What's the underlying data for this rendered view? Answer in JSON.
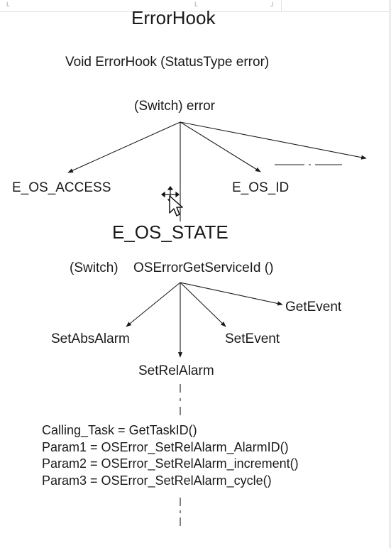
{
  "diagram": {
    "title": "ErrorHook",
    "signature": "Void ErrorHook (StatusType error)",
    "switch1": "(Switch) error",
    "branch_access": "E_OS_ACCESS",
    "branch_id": "E_OS_ID",
    "branch_state": "E_OS_STATE",
    "switch2_prefix": "(Switch)",
    "switch2_call": "OSErrorGetServiceId ()",
    "svc_getevent": "GetEvent",
    "svc_setabsalarm": "SetAbsAlarm",
    "svc_setevent": "SetEvent",
    "svc_setrelalarm": "SetRelAlarm",
    "code_lines": [
      "Calling_Task = GetTaskID()",
      "Param1 = OSError_SetRelAlarm_AlarmID()",
      "Param2 = OSError_SetRelAlarm_increment()",
      "Param3 = OSError_SetRelAlarm_cycle()"
    ]
  },
  "colors": {
    "line": "#1a1a1a",
    "background": "#ffffff"
  },
  "icons": {
    "cursor": "move-cursor-icon"
  }
}
